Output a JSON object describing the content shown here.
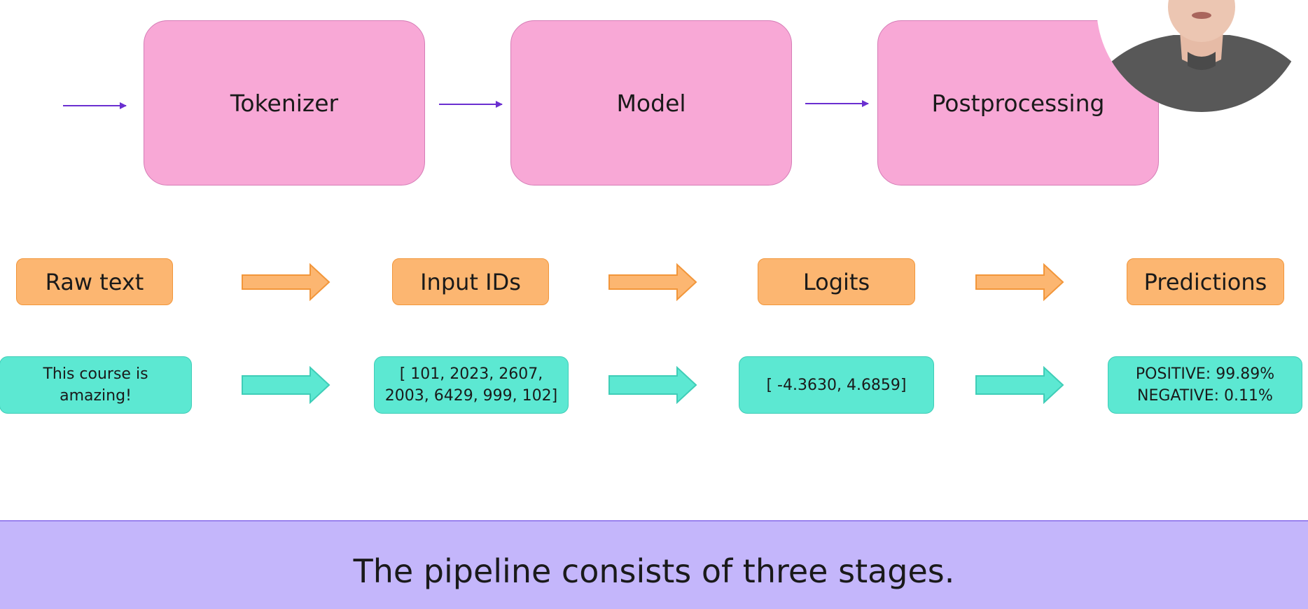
{
  "stages": [
    {
      "label": "Tokenizer"
    },
    {
      "label": "Model"
    },
    {
      "label": "Postprocessing"
    }
  ],
  "io_labels": [
    "Raw text",
    "Input IDs",
    "Logits",
    "Predictions"
  ],
  "examples": [
    "This course is\namazing!",
    "[ 101, 2023, 2607,\n2003, 6429, 999, 102]",
    "[ -4.3630, 4.6859]",
    "POSITIVE: 99.89%\nNEGATIVE:  0.11%"
  ],
  "caption": "The pipeline consists of three stages.",
  "colors": {
    "stage_fill": "#f8a8d6",
    "io_fill": "#fcb671",
    "example_fill": "#5ce8d2",
    "flow_arrow": "#6a2fd0",
    "caption_bg": "#c4b6fb"
  }
}
